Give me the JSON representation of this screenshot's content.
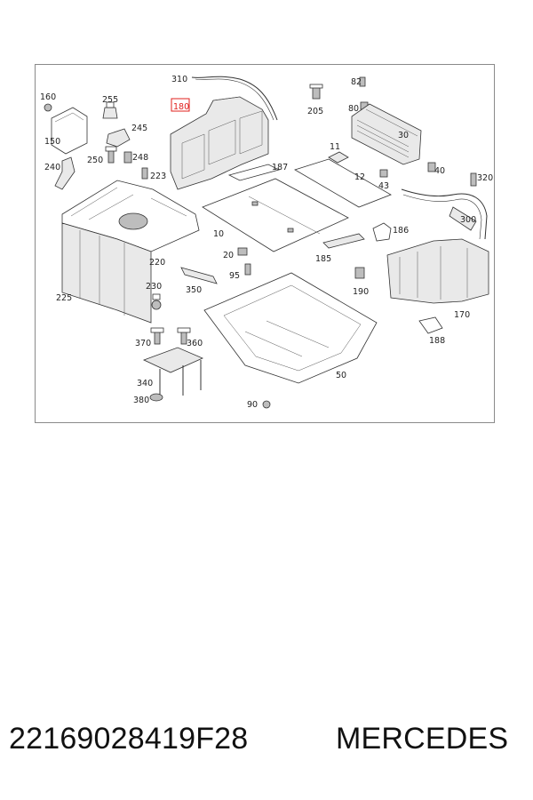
{
  "diagram": {
    "callouts": {
      "c310": "310",
      "c180": "180",
      "c160": "160",
      "c150": "150",
      "c255": "255",
      "c245": "245",
      "c250": "250",
      "c248": "248",
      "c223": "223",
      "c240": "240",
      "c205": "205",
      "c82": "82",
      "c80": "80",
      "c30": "30",
      "c11": "11",
      "c187": "187",
      "c12": "12",
      "c43": "43",
      "c40": "40",
      "c320": "320",
      "c300": "300",
      "c10": "10",
      "c20": "20",
      "c186": "186",
      "c185": "185",
      "c220": "220",
      "c225": "225",
      "c95": "95",
      "c350": "350",
      "c230": "230",
      "c190": "190",
      "c170": "170",
      "c188": "188",
      "c370": "370",
      "c360": "360",
      "c340": "340",
      "c380": "380",
      "c50": "50",
      "c90": "90"
    }
  },
  "footer": {
    "part_number": "22169028419F28",
    "brand": "MERCEDES"
  },
  "colors": {
    "highlight": "#e0201e",
    "line": "#333333",
    "frame": "#8a8a8a"
  }
}
